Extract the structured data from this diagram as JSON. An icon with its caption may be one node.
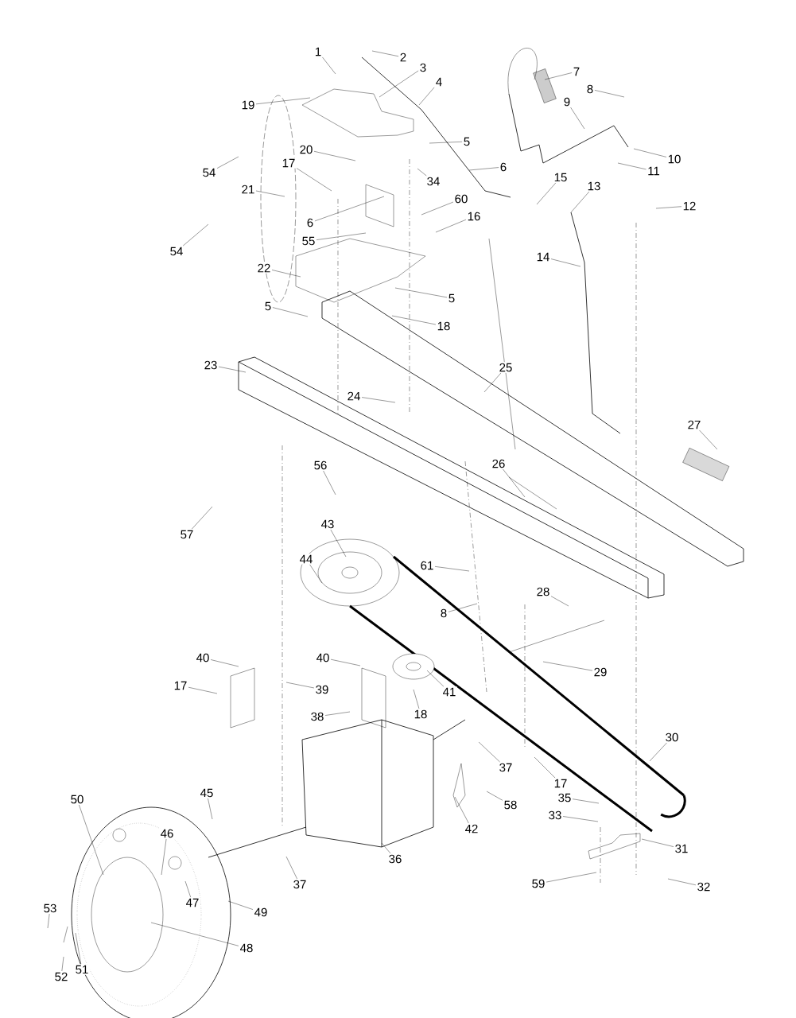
{
  "diagram": {
    "nodes": [
      {
        "text": [
          "1"
        ]
      },
      {
        "text": [
          "2"
        ]
      },
      {
        "text": [
          "3"
        ]
      },
      {
        "text": [
          "7"
        ]
      },
      {
        "text": [
          "4"
        ]
      },
      {
        "text": [
          "8"
        ]
      },
      {
        "text": [
          "9"
        ]
      },
      {
        "text": [
          "19"
        ]
      },
      {
        "text": [
          "20"
        ]
      },
      {
        "text": [
          "5"
        ]
      },
      {
        "text": [
          "10"
        ]
      },
      {
        "text": [
          "17"
        ]
      },
      {
        "text": [
          "6"
        ]
      },
      {
        "text": [
          "11"
        ]
      },
      {
        "text": [
          "54"
        ]
      },
      {
        "text": [
          "15"
        ]
      },
      {
        "text": [
          "34"
        ]
      },
      {
        "text": [
          "13"
        ]
      },
      {
        "text": [
          "21"
        ]
      },
      {
        "text": [
          "60"
        ]
      },
      {
        "text": [
          "12"
        ]
      },
      {
        "text": [
          "16"
        ]
      },
      {
        "text": [
          "6"
        ]
      },
      {
        "text": [
          "55"
        ]
      },
      {
        "text": [
          "54"
        ]
      },
      {
        "text": [
          "14"
        ]
      },
      {
        "text": [
          "22"
        ]
      },
      {
        "text": [
          "5"
        ]
      },
      {
        "text": [
          "5"
        ]
      },
      {
        "text": [
          "18"
        ]
      },
      {
        "text": [
          "23"
        ]
      },
      {
        "text": [
          "25"
        ]
      },
      {
        "text": [
          "24"
        ]
      },
      {
        "text": [
          "27"
        ]
      },
      {
        "text": [
          "26"
        ]
      },
      {
        "text": [
          "56"
        ]
      },
      {
        "text": [
          "43"
        ]
      },
      {
        "text": [
          "57"
        ]
      },
      {
        "text": [
          "44"
        ]
      },
      {
        "text": [
          "61"
        ]
      },
      {
        "text": [
          "28"
        ]
      },
      {
        "text": [
          "8"
        ]
      },
      {
        "text": [
          "40"
        ]
      },
      {
        "text": [
          "40"
        ]
      },
      {
        "text": [
          "29"
        ]
      },
      {
        "text": [
          "17"
        ]
      },
      {
        "text": [
          "39"
        ]
      },
      {
        "text": [
          "41"
        ]
      },
      {
        "text": [
          "18"
        ]
      },
      {
        "text": [
          "38"
        ]
      },
      {
        "text": [
          "30"
        ]
      },
      {
        "text": [
          "37"
        ]
      },
      {
        "text": [
          "17"
        ]
      },
      {
        "text": [
          "45"
        ]
      },
      {
        "text": [
          "35"
        ]
      },
      {
        "text": [
          "50"
        ]
      },
      {
        "text": [
          "58"
        ]
      },
      {
        "text": [
          "33"
        ]
      },
      {
        "text": [
          "42"
        ]
      },
      {
        "text": [
          "46"
        ]
      },
      {
        "text": [
          "31"
        ]
      },
      {
        "text": [
          "36"
        ]
      },
      {
        "text": [
          "37"
        ]
      },
      {
        "text": [
          "59"
        ]
      },
      {
        "text": [
          "32"
        ]
      },
      {
        "text": [
          "47"
        ]
      },
      {
        "text": [
          "53"
        ]
      },
      {
        "text": [
          "49"
        ]
      },
      {
        "text": [
          "48"
        ]
      },
      {
        "text": [
          "51"
        ]
      },
      {
        "text": [
          "52"
        ]
      }
    ],
    "edges": [
      {
        "from": 0,
        "to": null,
        "arrow": "none"
      },
      {
        "from": 1,
        "to": null,
        "arrow": "none"
      },
      {
        "from": 2,
        "to": null,
        "arrow": "none"
      },
      {
        "from": 3,
        "to": null,
        "arrow": "none"
      },
      {
        "from": 4,
        "to": null,
        "arrow": "none"
      },
      {
        "from": 5,
        "to": null,
        "arrow": "none"
      },
      {
        "from": 6,
        "to": null,
        "arrow": "none"
      },
      {
        "from": 7,
        "to": null,
        "arrow": "none"
      },
      {
        "from": 8,
        "to": null,
        "arrow": "none"
      },
      {
        "from": 9,
        "to": null,
        "arrow": "none"
      },
      {
        "from": 10,
        "to": null,
        "arrow": "none"
      },
      {
        "from": 11,
        "to": null,
        "arrow": "none"
      },
      {
        "from": 12,
        "to": null,
        "arrow": "none"
      },
      {
        "from": 13,
        "to": null,
        "arrow": "none"
      },
      {
        "from": 14,
        "to": null,
        "arrow": "none"
      },
      {
        "from": 15,
        "to": null,
        "arrow": "none"
      },
      {
        "from": 16,
        "to": null,
        "arrow": "none"
      },
      {
        "from": 17,
        "to": null,
        "arrow": "none"
      },
      {
        "from": 18,
        "to": null,
        "arrow": "none"
      },
      {
        "from": 19,
        "to": null,
        "arrow": "none"
      },
      {
        "from": 20,
        "to": null,
        "arrow": "none"
      },
      {
        "from": 21,
        "to": null,
        "arrow": "none"
      },
      {
        "from": 22,
        "to": null,
        "arrow": "none"
      },
      {
        "from": 23,
        "to": null,
        "arrow": "none"
      },
      {
        "from": 24,
        "to": null,
        "arrow": "none"
      },
      {
        "from": 25,
        "to": null,
        "arrow": "none"
      },
      {
        "from": 26,
        "to": null,
        "arrow": "none"
      },
      {
        "from": 27,
        "to": null,
        "arrow": "none"
      },
      {
        "from": 28,
        "to": null,
        "arrow": "none"
      },
      {
        "from": 29,
        "to": null,
        "arrow": "none"
      },
      {
        "from": 30,
        "to": null,
        "arrow": "none"
      },
      {
        "from": 31,
        "to": null,
        "arrow": "none"
      },
      {
        "from": 32,
        "to": null,
        "arrow": "none"
      },
      {
        "from": 33,
        "to": null,
        "arrow": "none"
      },
      {
        "from": 34,
        "to": null,
        "arrow": "none"
      },
      {
        "from": 35,
        "to": null,
        "arrow": "none"
      },
      {
        "from": 36,
        "to": null,
        "arrow": "none"
      },
      {
        "from": 37,
        "to": null,
        "arrow": "none"
      },
      {
        "from": 38,
        "to": null,
        "arrow": "none"
      },
      {
        "from": 39,
        "to": null,
        "arrow": "none"
      },
      {
        "from": 40,
        "to": null,
        "arrow": "none"
      },
      {
        "from": 41,
        "to": null,
        "arrow": "none"
      },
      {
        "from": 42,
        "to": null,
        "arrow": "none"
      },
      {
        "from": 43,
        "to": null,
        "arrow": "none"
      },
      {
        "from": 44,
        "to": null,
        "arrow": "none"
      },
      {
        "from": 45,
        "to": null,
        "arrow": "none"
      },
      {
        "from": 46,
        "to": null,
        "arrow": "none"
      },
      {
        "from": 47,
        "to": null,
        "arrow": "none"
      },
      {
        "from": 48,
        "to": null,
        "arrow": "none"
      },
      {
        "from": 49,
        "to": null,
        "arrow": "none"
      },
      {
        "from": 50,
        "to": null,
        "arrow": "none"
      },
      {
        "from": 51,
        "to": null,
        "arrow": "none"
      },
      {
        "from": 52,
        "to": null,
        "arrow": "none"
      },
      {
        "from": 53,
        "to": null,
        "arrow": "none"
      },
      {
        "from": 54,
        "to": null,
        "arrow": "none"
      },
      {
        "from": 55,
        "to": null,
        "arrow": "none"
      },
      {
        "from": 56,
        "to": null,
        "arrow": "none"
      },
      {
        "from": 57,
        "to": null,
        "arrow": "none"
      },
      {
        "from": 58,
        "to": null,
        "arrow": "none"
      },
      {
        "from": 59,
        "to": null,
        "arrow": "none"
      },
      {
        "from": 60,
        "to": null,
        "arrow": "none"
      },
      {
        "from": 61,
        "to": null,
        "arrow": "none"
      },
      {
        "from": 62,
        "to": null,
        "arrow": "none"
      },
      {
        "from": 63,
        "to": null,
        "arrow": "none"
      },
      {
        "from": 64,
        "to": null,
        "arrow": "none"
      },
      {
        "from": 65,
        "to": null,
        "arrow": "none"
      },
      {
        "from": 66,
        "to": null,
        "arrow": "none"
      },
      {
        "from": 67,
        "to": null,
        "arrow": "none"
      },
      {
        "from": 68,
        "to": null,
        "arrow": "none"
      },
      {
        "from": 69,
        "to": null,
        "arrow": "none"
      },
      {
        "from": 70,
        "to": null,
        "arrow": "none"
      }
    ]
  }
}
